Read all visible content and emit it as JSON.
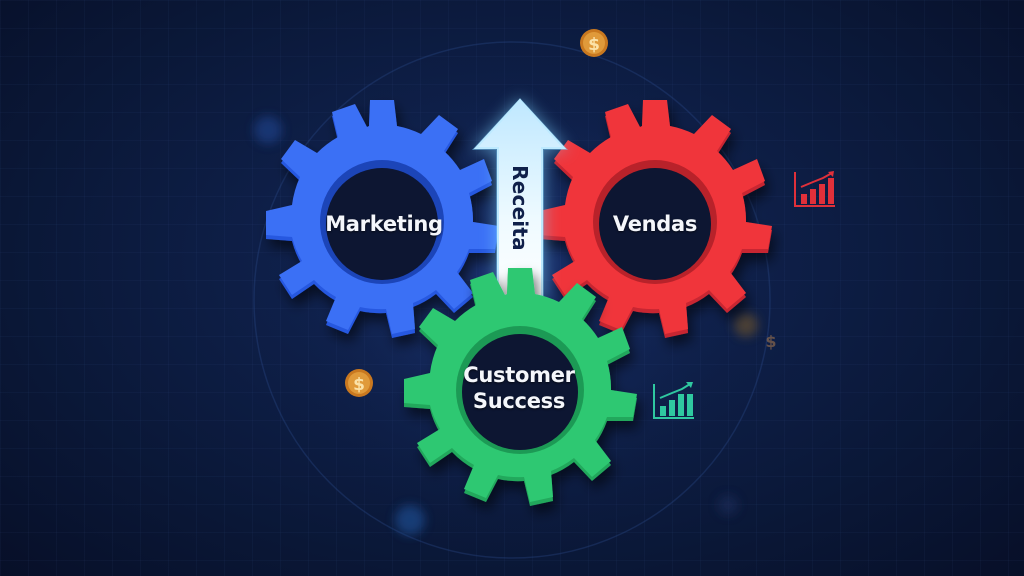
{
  "colors": {
    "background": "#0b1838",
    "marketing_gear": "#2f63f0",
    "vendas_gear": "#f0353b",
    "customer_success_gear": "#2fc872",
    "arrow": "#dff6ff",
    "coin": "#d88a2a",
    "chart_red": "#e0303a",
    "chart_teal": "#2fc8a0"
  },
  "gears": [
    {
      "id": "marketing",
      "label_lines": [
        "Marketing"
      ],
      "color": "#2f63f0"
    },
    {
      "id": "vendas",
      "label_lines": [
        "Vendas"
      ],
      "color": "#f0353b"
    },
    {
      "id": "customer_success",
      "label_lines": [
        "Customer",
        "Success"
      ],
      "color": "#2fc872"
    }
  ],
  "arrow": {
    "label": "Receita",
    "direction": "up"
  },
  "decorations": {
    "coins": [
      {
        "symbol": "$"
      },
      {
        "symbol": "$"
      },
      {
        "symbol": "$"
      },
      {
        "symbol": "$"
      }
    ],
    "chart_icons": [
      {
        "name": "growth-bar-chart",
        "color": "#e0303a"
      },
      {
        "name": "growth-bar-chart",
        "color": "#2fc8a0"
      }
    ]
  }
}
